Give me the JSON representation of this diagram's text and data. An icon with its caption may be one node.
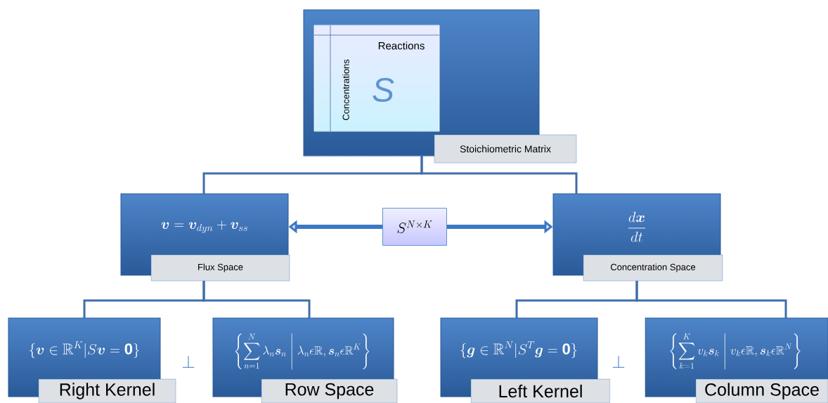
{
  "diagram": {
    "nodes": [
      {
        "text": [
          "Stoichiometric Matrix"
        ]
      },
      {
        "text": [
          "Reactions",
          "Concentrations",
          "S"
        ],
        "in": 0
      },
      {
        "text": [
          "\\boldsymbol{v} = \\boldsymbol{v}_{dyn} + \\boldsymbol{v}_{ss}",
          "Flux Space"
        ]
      },
      {
        "text": [
          "S^{N\\times K}"
        ]
      },
      {
        "text": [
          "\\frac{d\\boldsymbol{x}}{dt}",
          "Concentration Space"
        ]
      },
      {
        "text": [
          "\\{\\boldsymbol{v} \\in \\mathbb{R}^{K} | S\\boldsymbol{v} = \\mathbf{0}\\}",
          "Right Kernel"
        ]
      },
      {
        "text": [
          "\\left\\{\\sum_{n=1}^{N} \\lambda_n \\boldsymbol{s}_n \\;\\middle|\\; \\lambda_n \\epsilon \\mathbb{R}, \\boldsymbol{s}_n \\epsilon \\mathbb{R}^{K}\\right\\}",
          "Row Space"
        ]
      },
      {
        "text": [
          "\\{\\boldsymbol{g} \\in \\mathbb{R}^{N} | S^{T}\\boldsymbol{g} = \\mathbf{0}\\}",
          "Left Kernel"
        ]
      },
      {
        "text": [
          "\\left\\{\\sum_{k=1}^{K} v_k \\boldsymbol{s}_k \\;\\middle|\\; v_k \\epsilon \\mathbb{R}, \\boldsymbol{s}_k \\epsilon \\mathbb{R}^{N}\\right\\}",
          "Column Space"
        ]
      }
    ],
    "edges": [
      {
        "from": 0,
        "to": 2,
        "arrow": "none"
      },
      {
        "from": 0,
        "to": 4,
        "arrow": "none"
      },
      {
        "from": 3,
        "to": 2,
        "arrow": "to",
        "style": "thick"
      },
      {
        "from": 3,
        "to": 4,
        "arrow": "to",
        "style": "thick"
      },
      {
        "from": 2,
        "to": 5,
        "arrow": "none"
      },
      {
        "from": 2,
        "to": 6,
        "arrow": "none"
      },
      {
        "from": 4,
        "to": 7,
        "arrow": "none"
      },
      {
        "from": 4,
        "to": 8,
        "arrow": "none"
      }
    ],
    "labels": [
      "\\perp",
      "\\perp"
    ]
  }
}
